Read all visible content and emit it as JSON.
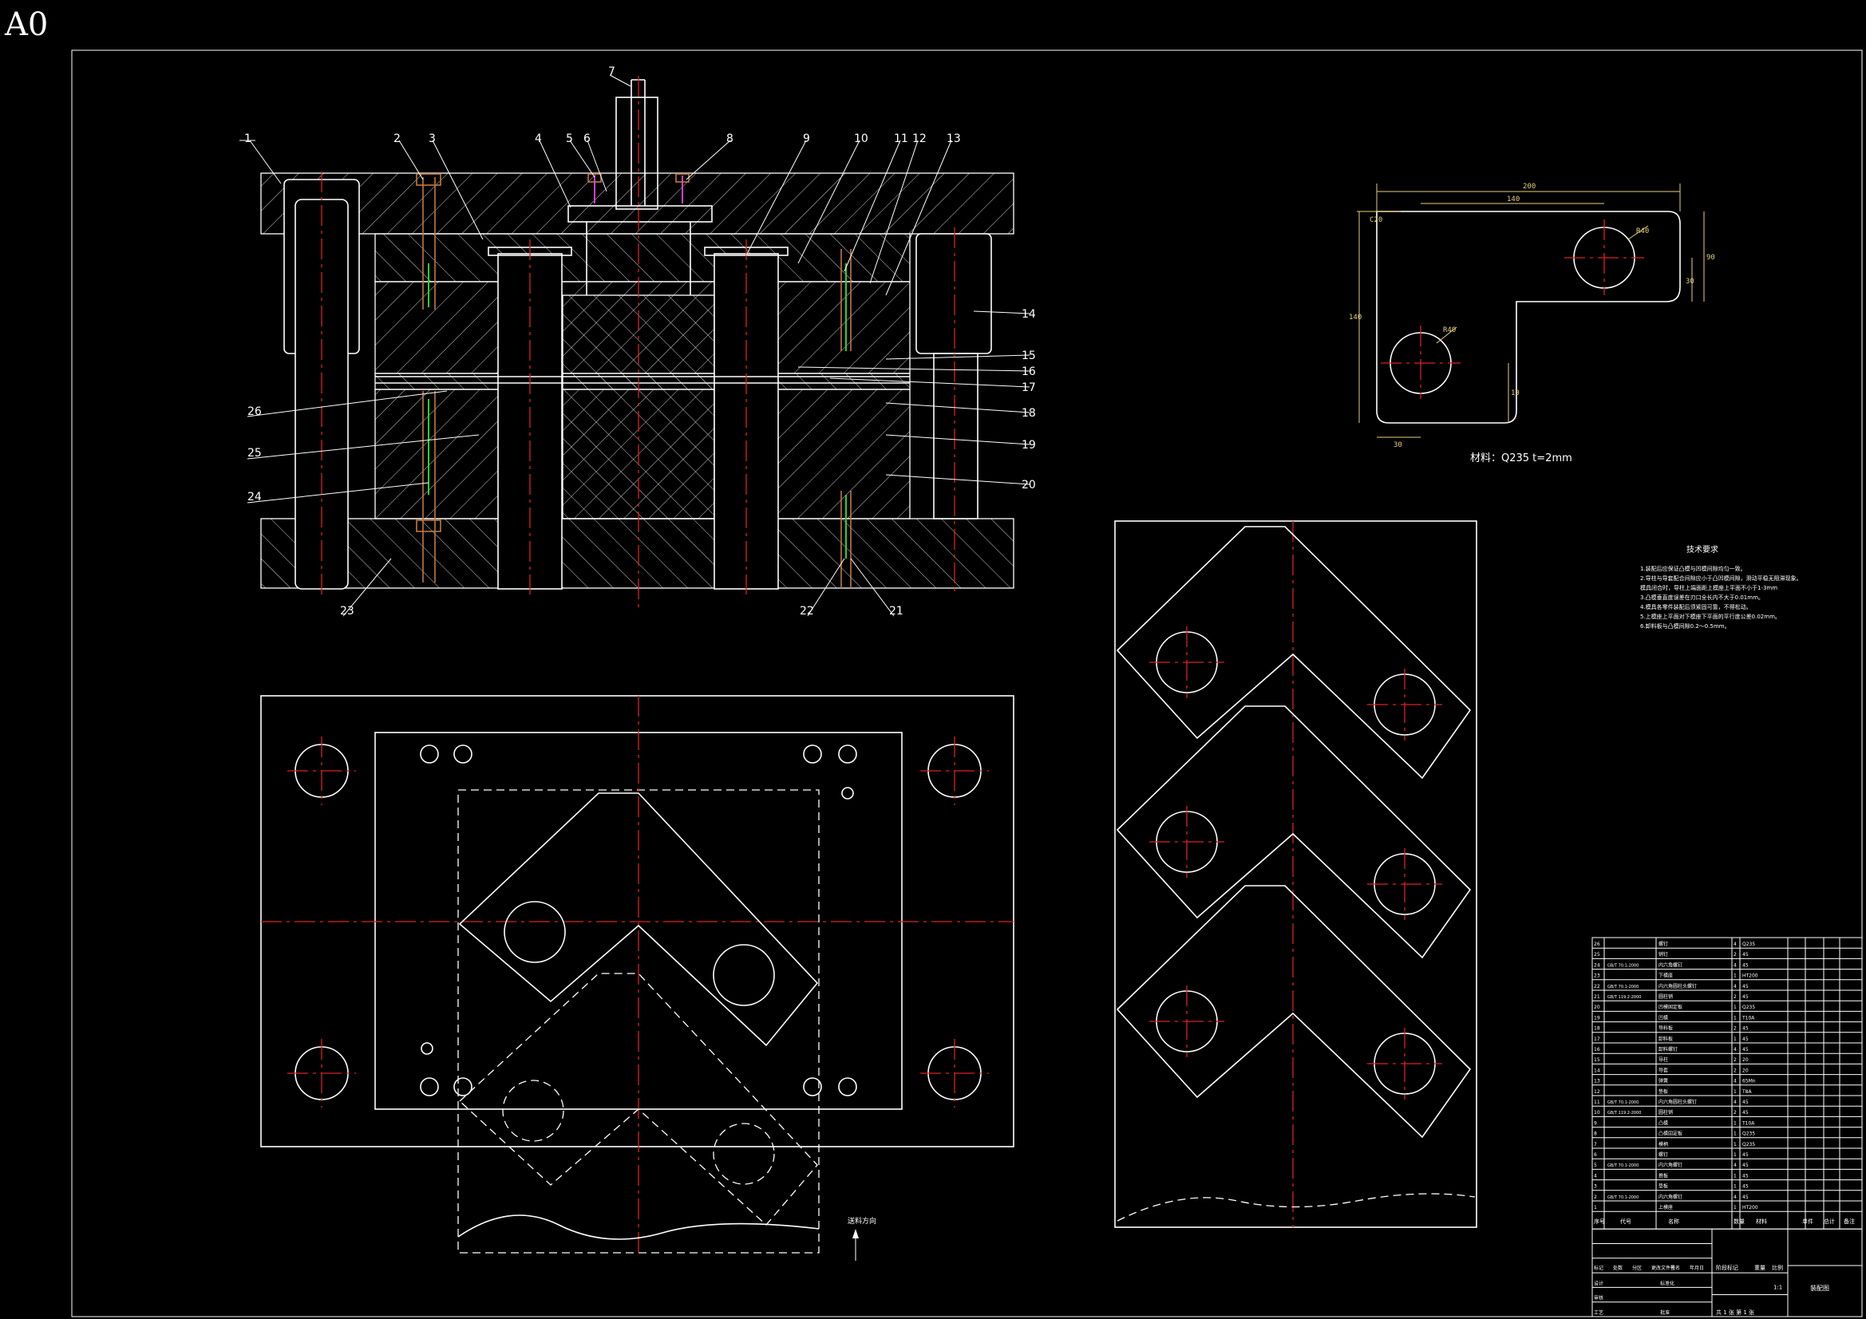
{
  "sheet": {
    "size_label": "A0",
    "material_note": "材料：Q235   t=2mm"
  },
  "callouts": {
    "top": [
      "1",
      "2",
      "3",
      "4",
      "5",
      "6",
      "7",
      "8",
      "9",
      "10",
      "11",
      "12",
      "13"
    ],
    "right": [
      "14",
      "15",
      "16",
      "17",
      "18",
      "19",
      "20"
    ],
    "left": [
      "26",
      "25",
      "24"
    ],
    "bottom": [
      "23",
      "22",
      "21"
    ]
  },
  "part_dims": [
    "200",
    "140",
    "R40",
    "90",
    "30",
    "10",
    "R40",
    "140",
    "30",
    "C20"
  ],
  "feed_label": "送料方向",
  "tech_requirements": {
    "title": "技术要求",
    "lines": [
      "1.装配后应保证凸模与凹模间隙均匀一致。",
      "2.导柱与导套配合间隙应小于凸凹模间隙，滑动平稳无阻滞现象。",
      "  模具闭合时，导柱上端面距上模座上平面不小于1-3mm",
      "3.凸模垂直度误差在刃口全长内不大于0.01mm。",
      "4.模具各零件装配后须紧固可靠，不得松动。",
      "5.上模座上平面对下模座下平面的平行度公差0.02mm。",
      "6.卸料板与凸模间隙0.2～0.5mm。"
    ]
  },
  "bom": {
    "headers": [
      "序号",
      "代号",
      "名称",
      "数量",
      "材料",
      "单件",
      "总计",
      "备注"
    ],
    "rows": [
      [
        "26",
        "",
        "螺钉",
        "4",
        "Q235",
        "",
        "",
        ""
      ],
      [
        "25",
        "",
        "销钉",
        "2",
        "45",
        "",
        "",
        ""
      ],
      [
        "24",
        "GB/T 70.1-2000",
        "内六角螺钉",
        "4",
        "45",
        "",
        "",
        ""
      ],
      [
        "23",
        "",
        "下模座",
        "1",
        "HT200",
        "",
        "",
        ""
      ],
      [
        "22",
        "GB/T 70.1-2000",
        "内六角圆柱头螺钉",
        "4",
        "45",
        "",
        "",
        ""
      ],
      [
        "21",
        "GB/T 119.2-2000",
        "圆柱销",
        "2",
        "45",
        "",
        "",
        ""
      ],
      [
        "20",
        "",
        "凹模固定板",
        "1",
        "Q235",
        "",
        "",
        ""
      ],
      [
        "19",
        "",
        "凹模",
        "1",
        "T10A",
        "",
        "",
        ""
      ],
      [
        "18",
        "",
        "导料板",
        "2",
        "45",
        "",
        "",
        ""
      ],
      [
        "17",
        "",
        "卸料板",
        "1",
        "45",
        "",
        "",
        ""
      ],
      [
        "16",
        "",
        "卸料螺钉",
        "4",
        "45",
        "",
        "",
        ""
      ],
      [
        "15",
        "",
        "导柱",
        "2",
        "20",
        "",
        "",
        ""
      ],
      [
        "14",
        "",
        "导套",
        "2",
        "20",
        "",
        "",
        ""
      ],
      [
        "13",
        "",
        "弹簧",
        "4",
        "65Mn",
        "",
        "",
        ""
      ],
      [
        "12",
        "",
        "垫板",
        "1",
        "T8A",
        "",
        "",
        ""
      ],
      [
        "11",
        "GB/T 70.1-2000",
        "内六角圆柱头螺钉",
        "4",
        "45",
        "",
        "",
        ""
      ],
      [
        "10",
        "GB/T 119.2-2000",
        "圆柱销",
        "2",
        "45",
        "",
        "",
        ""
      ],
      [
        "9",
        "",
        "凸模",
        "1",
        "T10A",
        "",
        "",
        ""
      ],
      [
        "8",
        "",
        "凸模固定板",
        "1",
        "Q235",
        "",
        "",
        ""
      ],
      [
        "7",
        "",
        "模柄",
        "1",
        "Q235",
        "",
        "",
        ""
      ],
      [
        "6",
        "",
        "螺钉",
        "1",
        "45",
        "",
        "",
        ""
      ],
      [
        "5",
        "GB/T 70.1-2000",
        "内六角螺钉",
        "4",
        "45",
        "",
        "",
        ""
      ],
      [
        "4",
        "",
        "推板",
        "1",
        "45",
        "",
        "",
        ""
      ],
      [
        "3",
        "",
        "垫板",
        "1",
        "45",
        "",
        "",
        ""
      ],
      [
        "2",
        "GB/T 70.1-2000",
        "内六角螺钉",
        "4",
        "45",
        "",
        "",
        ""
      ],
      [
        "1",
        "",
        "上模座",
        "1",
        "HT200",
        "",
        "",
        ""
      ]
    ]
  },
  "title_block": {
    "scale_label": "比例",
    "scale": "1:1",
    "weight_label": "重量",
    "stage_label": "阶段标记",
    "design": "设计",
    "check": "审核",
    "process": "工艺",
    "standard": "标准化",
    "approve": "批准",
    "sheet_count": "共 1 张 第 1 张",
    "drawing_name": "装配图",
    "mark_cols": [
      "标记",
      "处数",
      "分区",
      "更改文件号",
      "签名",
      "年月日"
    ]
  }
}
